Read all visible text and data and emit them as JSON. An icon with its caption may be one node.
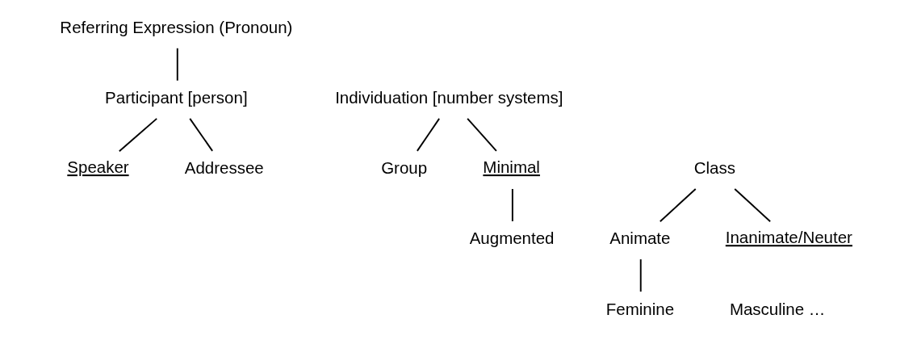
{
  "diagram": {
    "nodes": [
      {
        "text": [
          "Referring Expression (Pronoun)"
        ]
      },
      {
        "text": [
          "Participant [person]"
        ]
      },
      {
        "text": [
          "Individuation [number systems]"
        ]
      },
      {
        "text": [
          "Speaker"
        ]
      },
      {
        "text": [
          "Addressee"
        ]
      },
      {
        "text": [
          "Group"
        ]
      },
      {
        "text": [
          "Minimal"
        ]
      },
      {
        "text": [
          "Class"
        ]
      },
      {
        "text": [
          "Augmented"
        ]
      },
      {
        "text": [
          "Animate"
        ]
      },
      {
        "text": [
          "Inanimate/Neuter"
        ]
      },
      {
        "text": [
          "Feminine"
        ]
      },
      {
        "text": [
          "Masculine …"
        ]
      }
    ],
    "edges": [
      {
        "from": 0,
        "to": 1,
        "arrow": "none"
      },
      {
        "from": 1,
        "to": 3,
        "arrow": "none"
      },
      {
        "from": 1,
        "to": 4,
        "arrow": "none"
      },
      {
        "from": 2,
        "to": 5,
        "arrow": "none"
      },
      {
        "from": 2,
        "to": 6,
        "arrow": "none"
      },
      {
        "from": 6,
        "to": 8,
        "arrow": "none"
      },
      {
        "from": 7,
        "to": 9,
        "arrow": "none"
      },
      {
        "from": 7,
        "to": 10,
        "arrow": "none"
      },
      {
        "from": 9,
        "to": 11,
        "arrow": "none"
      }
    ]
  }
}
